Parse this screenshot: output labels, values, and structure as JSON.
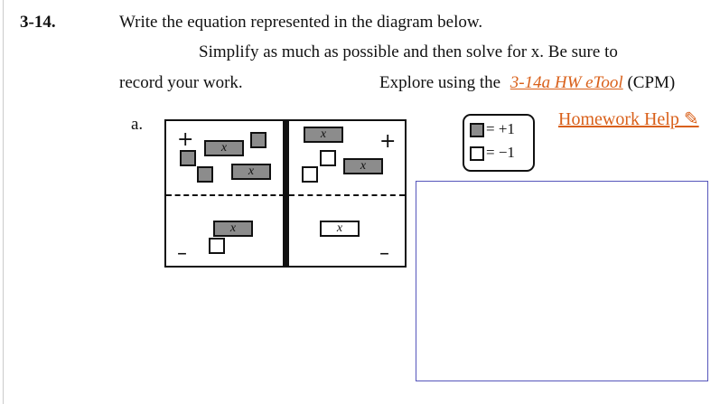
{
  "problem": {
    "number": "3-14.",
    "line1": "Write the equation represented in the diagram below.",
    "line2": "Simplify as much as possible and then solve for x. Be sure to",
    "line3_left": "record your work.",
    "line3_explore": "Explore using the",
    "etool_link": "3-14a HW eTool",
    "cpm": "(CPM)",
    "part_label": "a.",
    "homework_help": "Homework Help ✎"
  },
  "legend": {
    "positive": "= +1",
    "negative": "= −1"
  },
  "mat": {
    "plus": "+",
    "minus": "–",
    "x_label": "x"
  },
  "colors": {
    "link": "#d9601a",
    "answer_border": "#5555bb",
    "positive_tile": "#8c8c8c"
  }
}
